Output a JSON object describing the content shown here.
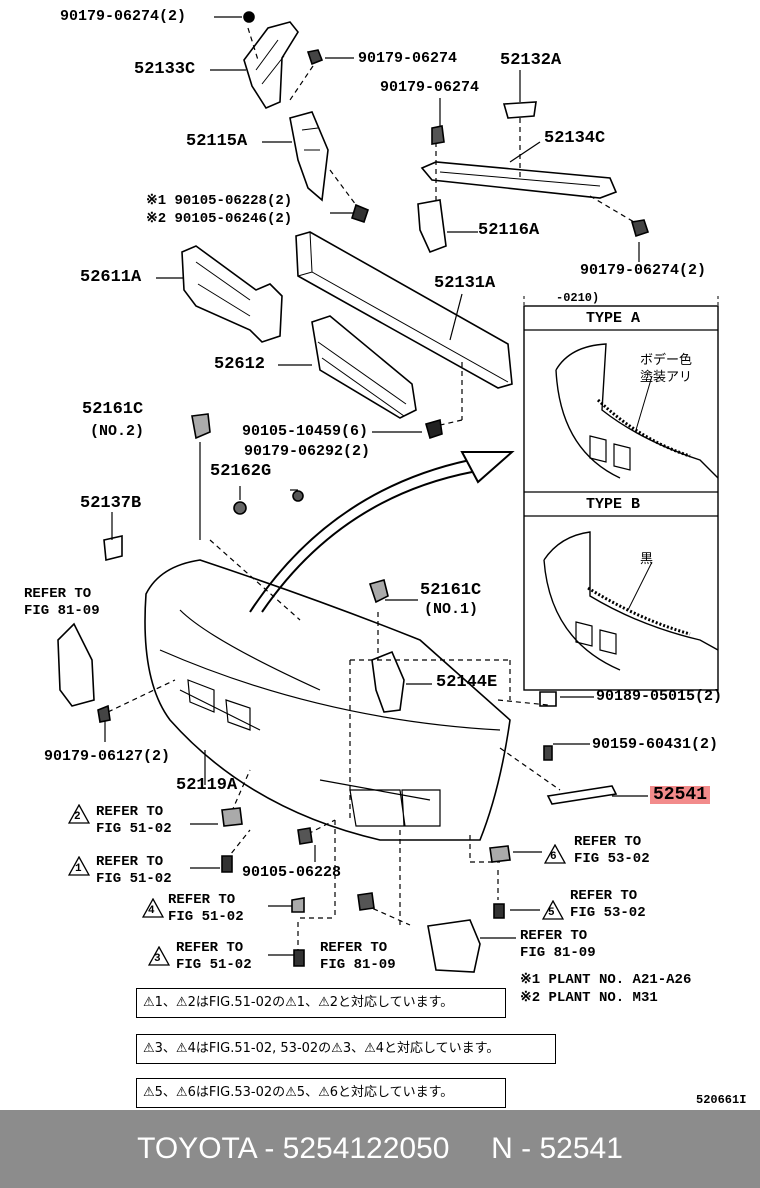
{
  "parts": {
    "p1": "90179-06274(2)",
    "p2": "52133C",
    "p3": "90179-06274",
    "p4": "52132A",
    "p5": "90179-06274",
    "p6": "52115A",
    "p7": "52134C",
    "p8": "※1 90105-06228(2)",
    "p9": "※2 90105-06246(2)",
    "p10": "52116A",
    "p11": "52611A",
    "p12": "90179-06274(2)",
    "p13": "52131A",
    "p14": "52612",
    "p15": "52161C",
    "p15b": "(NO.2)",
    "p16": "90105-10459(6)",
    "p17": "90179-06292(2)",
    "p18": "52162G",
    "p19": "52137B",
    "p20": "52161C",
    "p20b": "(NO.1)",
    "p21": "52144E",
    "p22": "90189-05015(2)",
    "p23": "90159-60431(2)",
    "p24": "90179-06127(2)",
    "p25": "52119A",
    "p26": "52541",
    "p27": "90105-06228"
  },
  "refs": {
    "r1a": "REFER TO",
    "r1b": "FIG 81-09",
    "r2a": "REFER TO",
    "r2b": "FIG 51-02",
    "r2n": "2",
    "r3a": "REFER TO",
    "r3b": "FIG 51-02",
    "r3n": "1",
    "r4a": "REFER TO",
    "r4b": "FIG 53-02",
    "r4n": "6",
    "r5a": "REFER TO",
    "r5b": "FIG 51-02",
    "r5n": "4",
    "r6a": "REFER TO",
    "r6b": "FIG 53-02",
    "r6n": "5",
    "r7a": "REFER TO",
    "r7b": "FIG 51-02",
    "r7n": "3",
    "r8a": "REFER TO",
    "r8b": "FIG 81-09",
    "r9a": "REFER TO",
    "r9b": "FIG 81-09"
  },
  "inset": {
    "date": "-0210)",
    "type_a": "TYPE A",
    "type_b": "TYPE B",
    "note_a1": "ボデー色",
    "note_a2": "塗装アリ",
    "note_b": "黒"
  },
  "plant_notes": {
    "n1": "※1 PLANT NO. A21-A26",
    "n2": "※2 PLANT NO. M31"
  },
  "notes": {
    "n1": "⚠1、⚠2はFIG.51-02の⚠1、⚠2と対応しています。",
    "n2": "⚠3、⚠4はFIG.51-02, 53-02の⚠3、⚠4と対応しています。",
    "n3": "⚠5、⚠6はFIG.53-02の⚠5、⚠6と対応しています。"
  },
  "figure_code": "520661I",
  "footer": "TOYOTA - 5254122050     N - 52541",
  "colors": {
    "highlight": "#f28b8b",
    "footer_bg": "#8c8c8c"
  }
}
